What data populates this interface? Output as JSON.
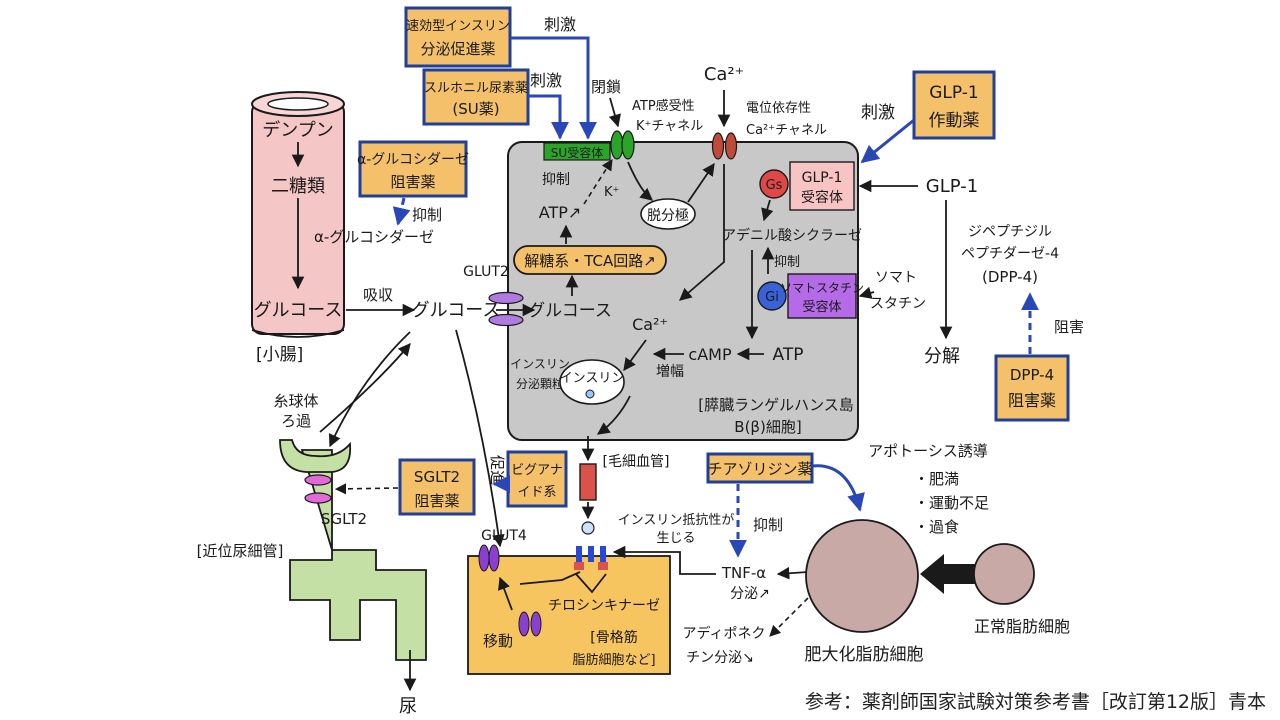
{
  "intestine": {
    "starch": "デンプン",
    "disaccharide": "二糖類",
    "alpha_glucosidase": "α-グルコシダーゼ",
    "glucose": "グルコース",
    "label": "[小腸]",
    "absorption": "吸収"
  },
  "alpha_gi_drug": {
    "line1": "α-グルコシダーゼ",
    "line2": "阻害薬",
    "action": "抑制"
  },
  "blood": {
    "glucose": "グルコース"
  },
  "kidney": {
    "glomerulus1": "糸球体",
    "glomerulus2": "ろ過",
    "sglt2": "SGLT2",
    "tubule": "[近位尿細管]",
    "urine": "尿"
  },
  "sglt2_drug": {
    "line1": "SGLT2",
    "line2": "阻害薬"
  },
  "rapid_insulin_drug": {
    "line1": "速効型インスリン",
    "line2": "分泌促進薬",
    "action": "刺激"
  },
  "su_drug": {
    "line1": "スルホニル尿素薬",
    "line2": "(SU薬)",
    "action": "刺激"
  },
  "beta_cell": {
    "su_receptor": "SU受容体",
    "closing": "閉鎖",
    "katp_line1": "ATP感受性",
    "katp_line2": "K⁺チャネル",
    "inhibit": "抑制",
    "k_ion": "K⁺",
    "atp_up": "ATP↗",
    "depolarization": "脱分極",
    "glut2": "GLUT2",
    "glucose": "グルコース",
    "glycolysis": "解糖系・TCA回路↗",
    "ca": "Ca²⁺",
    "ca_in": "Ca²⁺",
    "vdcc_line1": "電位依存性",
    "vdcc_line2": "Ca²⁺チャネル",
    "gs": "Gs",
    "glp1_receptor_line1": "GLP-1",
    "glp1_receptor_line2": "受容体",
    "adenylate_cyclase": "アデニル酸シクラーゼ",
    "ac_inhibit": "抑制",
    "gi": "Gi",
    "somatostatin_receptor_line1": "ソマトスタチン",
    "somatostatin_receptor_line2": "受容体",
    "camp": "cAMP",
    "atp": "ATP",
    "amplify": "増幅",
    "insulin_secretion_line1": "インスリン",
    "insulin_secretion_line2": "分泌顆粒",
    "insulin": "インスリン",
    "islet_line1": "[膵臓ランゲルハンス島",
    "islet_line2": "B(β)細胞]"
  },
  "somatostatin_line1": "ソマト",
  "somatostatin_line2": "スタチン",
  "glp1_drug": {
    "line1": "GLP-1",
    "line2": "作動薬",
    "action": "刺激"
  },
  "glp1": "GLP-1",
  "dpp4": {
    "line1": "ジペプチジル",
    "line2": "ペプチダーゼ-4",
    "line3": "(DPP-4)",
    "degradation": "分解",
    "inhibit": "阻害"
  },
  "dpp4_drug": {
    "line1": "DPP-4",
    "line2": "阻害薬"
  },
  "capillary": "[毛細血管]",
  "promote": "促進",
  "biguanide_drug": {
    "line1": "ビグアナ",
    "line2": "イド系"
  },
  "muscle": {
    "glut4": "GLUT4",
    "tyrosine_kinase": "チロシンキナーゼ",
    "translocation": "移動",
    "label_line1": "[骨格筋",
    "label_line2": "脂肪細胞など]"
  },
  "insulin_resistance_line1": "インスリン抵抗性が",
  "insulin_resistance_line2": "生じる",
  "thiazolidine_drug": {
    "label": "チアゾリジン薬",
    "action": "抑制"
  },
  "tnf": {
    "line1": "TNF-α",
    "line2": "分泌↗"
  },
  "adiponectin": {
    "line1": "アディポネク",
    "line2": "チン分泌↘"
  },
  "apoptosis": "アポトーシス誘導",
  "risk_factors": [
    "・肥満",
    "・運動不足",
    "・過食"
  ],
  "hypertrophic_adipocyte": "肥大化脂肪細胞",
  "normal_adipocyte": "正常脂肪細胞",
  "reference": "参考：薬剤師国家試験対策参考書［改訂第12版］青本",
  "colors": {
    "cell": "#c8c8c8",
    "drug_box": "#f4c16a",
    "drug_border": "#1f3f9a",
    "intestine": "#f5c6c6",
    "kidney": "#c5e0a5",
    "muscle": "#f7c560",
    "adipocyte": "#c9a9a6",
    "su_receptor": "#2aa52a",
    "glp1_receptor": "#f7c3c3",
    "somatostatin_receptor": "#b56be8",
    "gs": "#e04848",
    "gi": "#3a62d8",
    "arrow": "#2a47b8",
    "glut": "#b07be0"
  }
}
